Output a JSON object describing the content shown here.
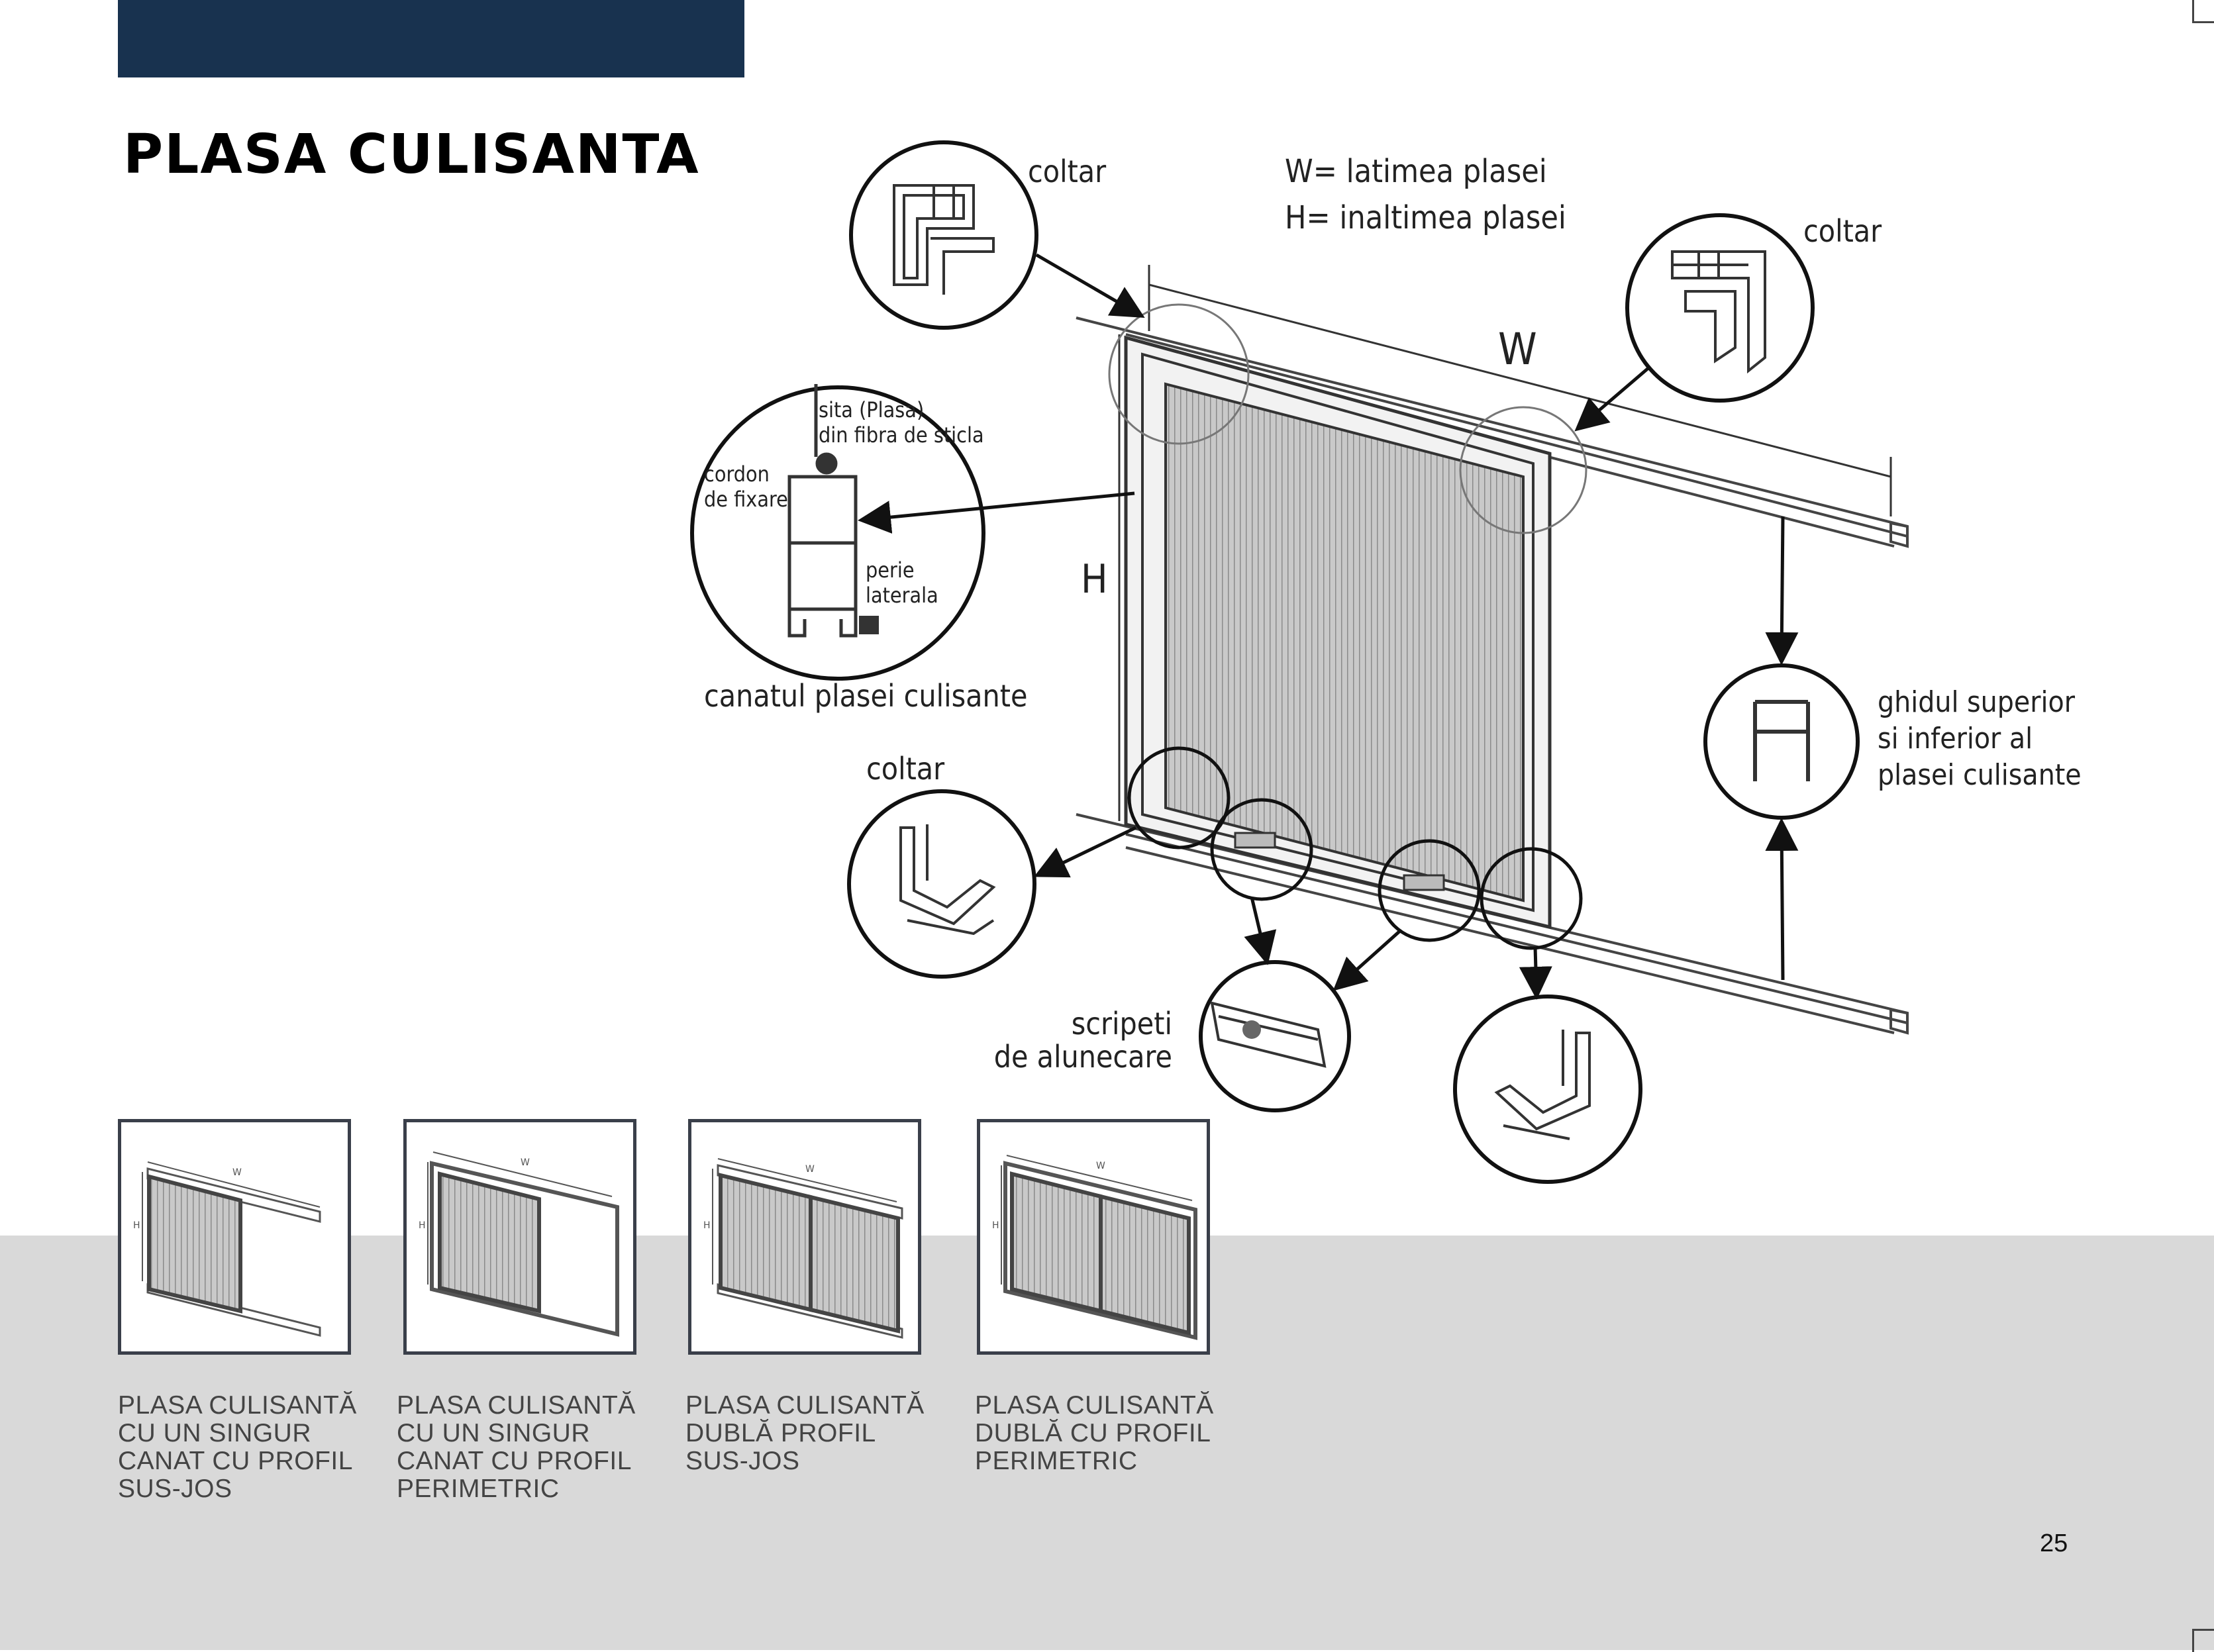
{
  "page": {
    "title": "PLASA CULISANTA",
    "page_number": "25",
    "header_color": "#18324f",
    "band_color": "#d9d9d9"
  },
  "diagram": {
    "legend_w": "W= latimea plasei",
    "legend_h": "H= inaltimea plasei",
    "dim_w": "W",
    "dim_h": "H",
    "coltar_top_left": "coltar",
    "coltar_top_right": "coltar",
    "coltar_bottom_left": "coltar",
    "profile_mesh_line1": "sita (Plasa)",
    "profile_mesh_line2": "din fibra de sticla",
    "profile_cord_line1": "cordon",
    "profile_cord_line2": "de fixare",
    "profile_brush_line1": "perie",
    "profile_brush_line2": "laterala",
    "profile_caption": "canatul plasei culisante",
    "guide_line1": "ghidul superior",
    "guide_line2": "si inferior al",
    "guide_line3": "plasei culisante",
    "rollers_line1": "scripeti",
    "rollers_line2": "de alunecare"
  },
  "variants": [
    {
      "caption": "PLASA CULISANTĂ\nCU UN SINGUR\nCANAT CU PROFIL\nSUS-JOS",
      "w": "W",
      "h": "H"
    },
    {
      "caption": "PLASA CULISANTĂ\nCU UN SINGUR\nCANAT CU PROFIL\nPERIMETRIC",
      "w": "W",
      "h": "H"
    },
    {
      "caption": "PLASA CULISANTĂ\nDUBLĂ PROFIL\nSUS-JOS",
      "w": "W",
      "h": "H"
    },
    {
      "caption": "PLASA CULISANTĂ\nDUBLĂ  CU PROFIL\nPERIMETRIC",
      "w": "W",
      "h": "H"
    }
  ]
}
